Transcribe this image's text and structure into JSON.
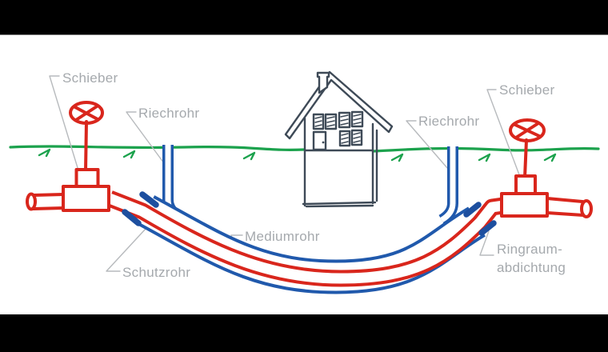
{
  "diagram": {
    "title_none_visible": "",
    "labels": {
      "schieber_left": "Schieber",
      "riechrohr_left": "Riechrohr",
      "riechrohr_right": "Riechrohr",
      "schieber_right": "Schieber",
      "mediumrohr": "Mediumrohr",
      "schutzrohr": "Schutzrohr",
      "ringraum_line1": "Ringraum-",
      "ringraum_line2": "abdichtung"
    },
    "colors": {
      "pipe_red": "#d9261c",
      "pipe_blue": "#2059ac",
      "seal_blue": "#1d4f9f",
      "ground_green": "#1ca24d",
      "label_gray": "#a5a9ad",
      "leader_gray": "#b7babd",
      "house_stroke": "#3e4a57",
      "letterbox_black": "#000000",
      "background": "#ffffff"
    }
  }
}
